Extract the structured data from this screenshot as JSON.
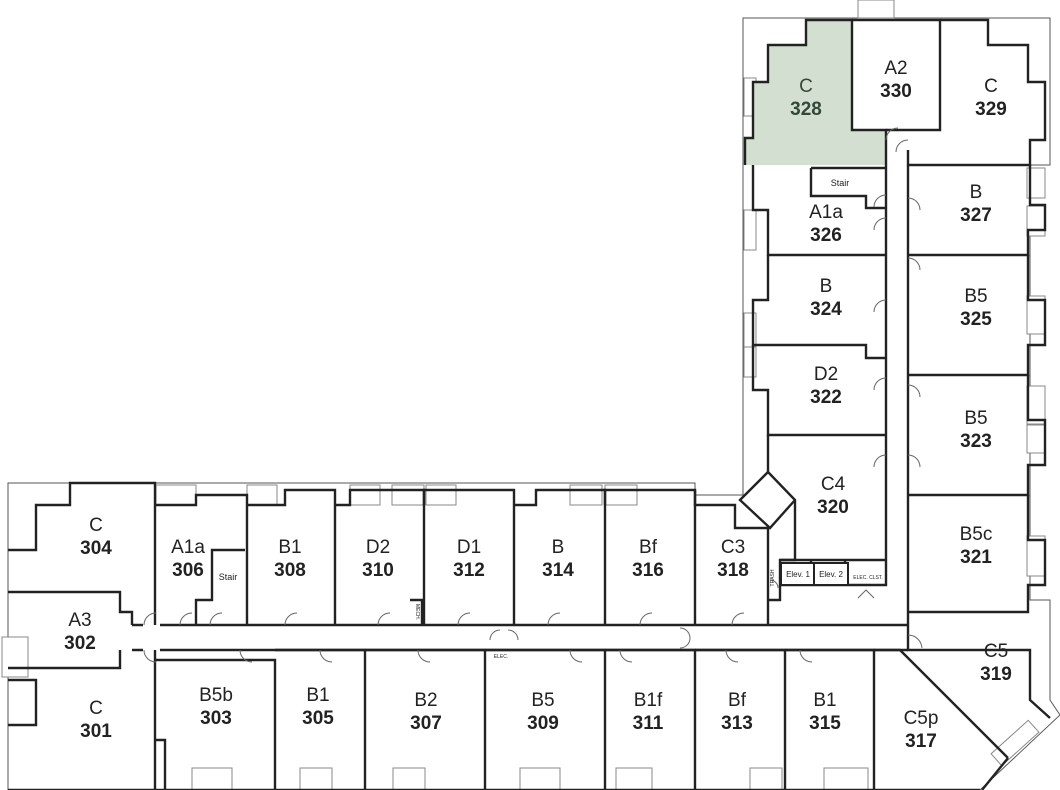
{
  "highlight_color": "#d3dfd1",
  "units": [
    {
      "id": "u328",
      "type": "C",
      "number": "328",
      "highlighted": true
    },
    {
      "id": "u330",
      "type": "A2",
      "number": "330"
    },
    {
      "id": "u329",
      "type": "C",
      "number": "329"
    },
    {
      "id": "u326",
      "type": "A1a",
      "number": "326"
    },
    {
      "id": "u327",
      "type": "B",
      "number": "327"
    },
    {
      "id": "u324",
      "type": "B",
      "number": "324"
    },
    {
      "id": "u325",
      "type": "B5",
      "number": "325"
    },
    {
      "id": "u322",
      "type": "D2",
      "number": "322"
    },
    {
      "id": "u323",
      "type": "B5",
      "number": "323"
    },
    {
      "id": "u320",
      "type": "C4",
      "number": "320"
    },
    {
      "id": "u321",
      "type": "B5c",
      "number": "321"
    },
    {
      "id": "u319",
      "type": "C5",
      "number": "319"
    },
    {
      "id": "u317",
      "type": "C5p",
      "number": "317"
    },
    {
      "id": "u304",
      "type": "C",
      "number": "304"
    },
    {
      "id": "u306",
      "type": "A1a",
      "number": "306"
    },
    {
      "id": "u308",
      "type": "B1",
      "number": "308"
    },
    {
      "id": "u310",
      "type": "D2",
      "number": "310"
    },
    {
      "id": "u312",
      "type": "D1",
      "number": "312"
    },
    {
      "id": "u314",
      "type": "B",
      "number": "314"
    },
    {
      "id": "u316",
      "type": "Bf",
      "number": "316"
    },
    {
      "id": "u318",
      "type": "C3",
      "number": "318"
    },
    {
      "id": "u302",
      "type": "A3",
      "number": "302"
    },
    {
      "id": "u301",
      "type": "C",
      "number": "301"
    },
    {
      "id": "u303",
      "type": "B5b",
      "number": "303"
    },
    {
      "id": "u305",
      "type": "B1",
      "number": "305"
    },
    {
      "id": "u307",
      "type": "B2",
      "number": "307"
    },
    {
      "id": "u309",
      "type": "B5",
      "number": "309"
    },
    {
      "id": "u311",
      "type": "B1f",
      "number": "311"
    },
    {
      "id": "u313",
      "type": "Bf",
      "number": "313"
    },
    {
      "id": "u315",
      "type": "B1",
      "number": "315"
    }
  ],
  "service": {
    "stair_top": "Stair",
    "stair_left": "Stair",
    "elev1": "Elev. 1",
    "elev2": "Elev. 2",
    "elec_clst": "ELEC. CLST.",
    "elec": "ELEC.",
    "mech": "MECH.",
    "trash": "TRASH"
  }
}
